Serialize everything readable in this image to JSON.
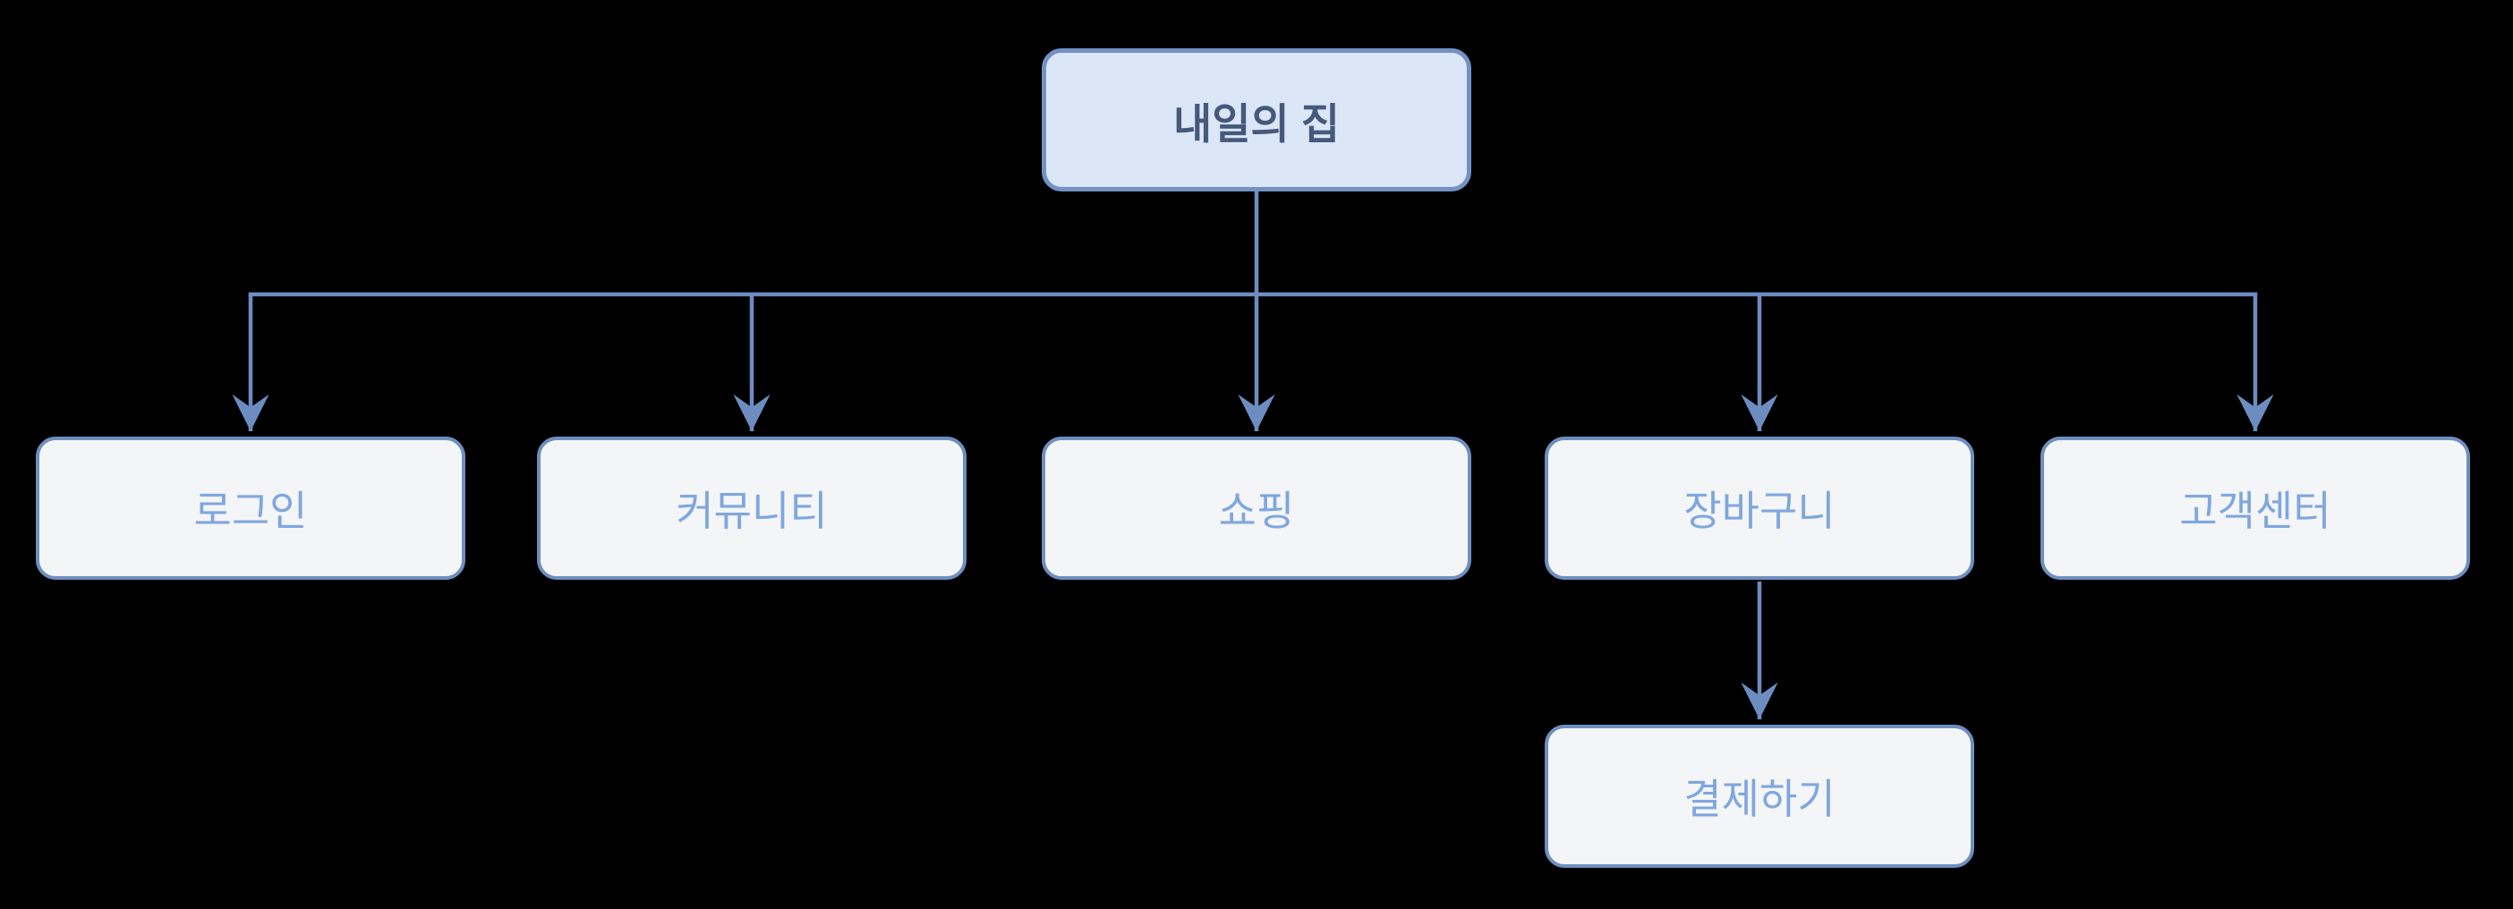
{
  "diagram": {
    "type": "sitemap-flowchart",
    "nodes": [
      {
        "id": "root",
        "label": "내일의 집",
        "role": "root"
      },
      {
        "id": "login",
        "label": "로그인",
        "role": "child"
      },
      {
        "id": "community",
        "label": "커뮤니티",
        "role": "child"
      },
      {
        "id": "shopping",
        "label": "쇼핑",
        "role": "child"
      },
      {
        "id": "cart",
        "label": "장바구니",
        "role": "child"
      },
      {
        "id": "customer-center",
        "label": "고객센터",
        "role": "child"
      },
      {
        "id": "checkout",
        "label": "결제하기",
        "role": "child"
      }
    ],
    "edges": [
      {
        "from": "내일의 집",
        "to": "로그인"
      },
      {
        "from": "내일의 집",
        "to": "커뮤니티"
      },
      {
        "from": "내일의 집",
        "to": "쇼핑"
      },
      {
        "from": "내일의 집",
        "to": "장바구니"
      },
      {
        "from": "내일의 집",
        "to": "고객센터"
      },
      {
        "from": "장바구니",
        "to": "결제하기"
      }
    ],
    "colors": {
      "background": "#000000",
      "connector": "#6d8dc1",
      "node_border": "#6e8ebf",
      "root_fill": "#dbe6f7",
      "root_text": "#47597a",
      "child_fill": "#f4f5f6",
      "child_text": "#7fa7de"
    }
  }
}
